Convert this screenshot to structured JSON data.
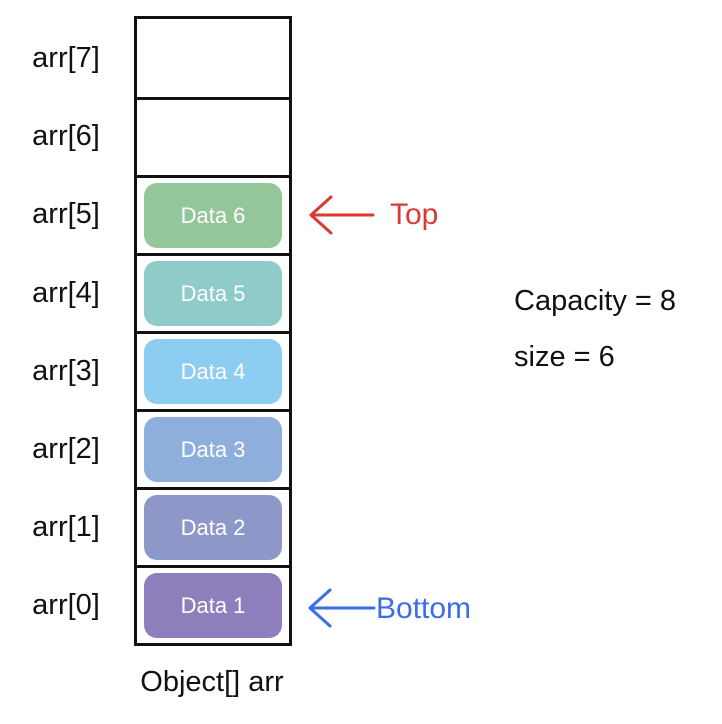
{
  "indices": [
    "arr[7]",
    "arr[6]",
    "arr[5]",
    "arr[4]",
    "arr[3]",
    "arr[2]",
    "arr[1]",
    "arr[0]"
  ],
  "cells": [
    {
      "label": "",
      "color": ""
    },
    {
      "label": "",
      "color": ""
    },
    {
      "label": "Data 6",
      "color": "#93c79a"
    },
    {
      "label": "Data 5",
      "color": "#8fcbc8"
    },
    {
      "label": "Data 4",
      "color": "#8ecdf2"
    },
    {
      "label": "Data 3",
      "color": "#8eaedc"
    },
    {
      "label": "Data 2",
      "color": "#8d98c8"
    },
    {
      "label": "Data 1",
      "color": "#8e7fbc"
    }
  ],
  "caption": "Object[] arr",
  "top_pointer": {
    "label": "Top",
    "color": "#d93a32"
  },
  "bottom_pointer": {
    "label": "Bottom",
    "color": "#3a6ee8"
  },
  "info": {
    "capacity": "Capacity = 8",
    "size": "size = 6"
  }
}
